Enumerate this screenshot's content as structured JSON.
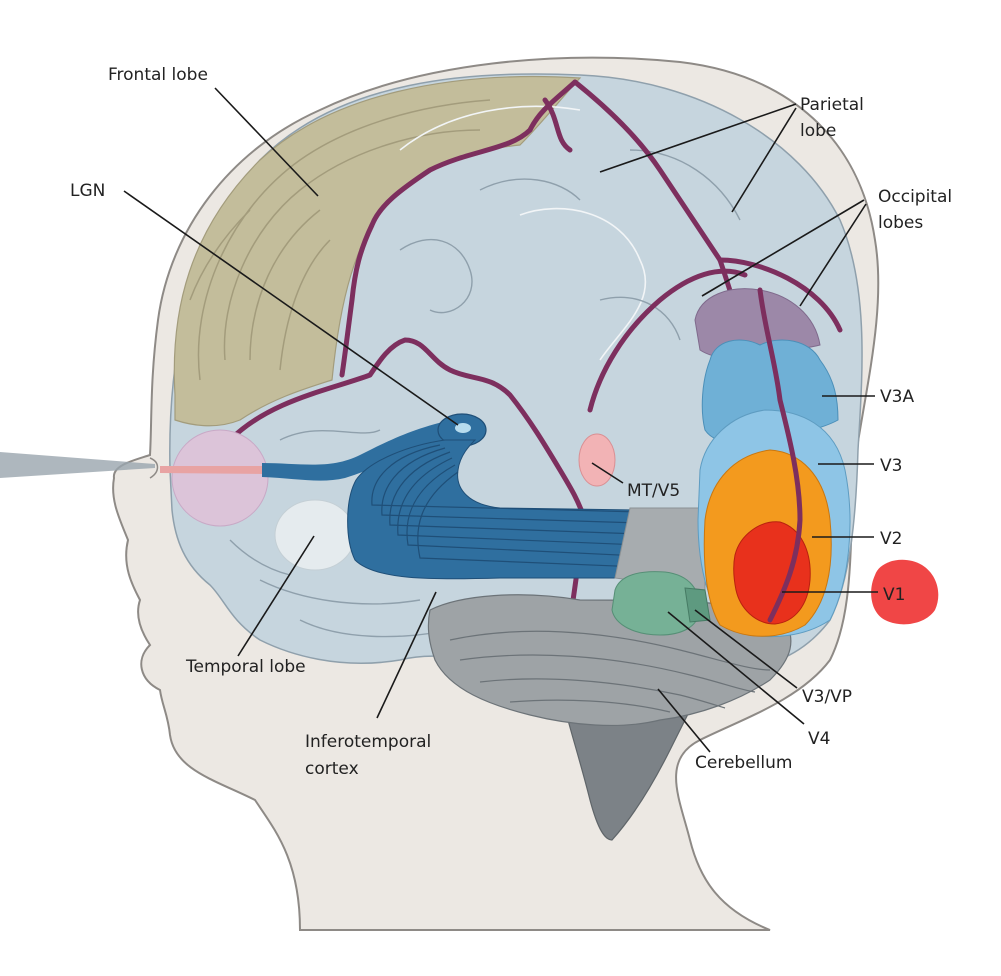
{
  "labels": {
    "frontal_lobe": "Frontal lobe",
    "parietal_lobe_line1": "Parietal",
    "parietal_lobe_line2": "lobe",
    "occipital_lobes_line1": "Occipital",
    "occipital_lobes_line2": "lobes",
    "lgn": "LGN",
    "v3a": "V3A",
    "v3": "V3",
    "v2": "V2",
    "v1": "V1",
    "mt_v5": "MT/V5",
    "temporal_lobe": "Temporal lobe",
    "v3_vp": "V3/VP",
    "v4": "V4",
    "cerebellum": "Cerebellum",
    "inferotemporal_line1": "Inferotemporal",
    "inferotemporal_line2": "cortex"
  },
  "colors": {
    "head_skin": "#ece8e3",
    "head_outline": "#8e8a86",
    "brain": "#c6d5de",
    "frontal": "#c3bd9b",
    "sulcus": "#7d2f5e",
    "optic_pathway": "#2f6f9f",
    "v1": "#e8311c",
    "v2": "#f39a1e",
    "v3": "#8ec5e6",
    "v3a": "#6fb0d6",
    "occipital_top": "#9c88a8",
    "v4": "#76b196",
    "mt_v5": "#f2b3b5",
    "cerebellum": "#9ea3a6",
    "v1_highlight": "#ee2c2c"
  }
}
